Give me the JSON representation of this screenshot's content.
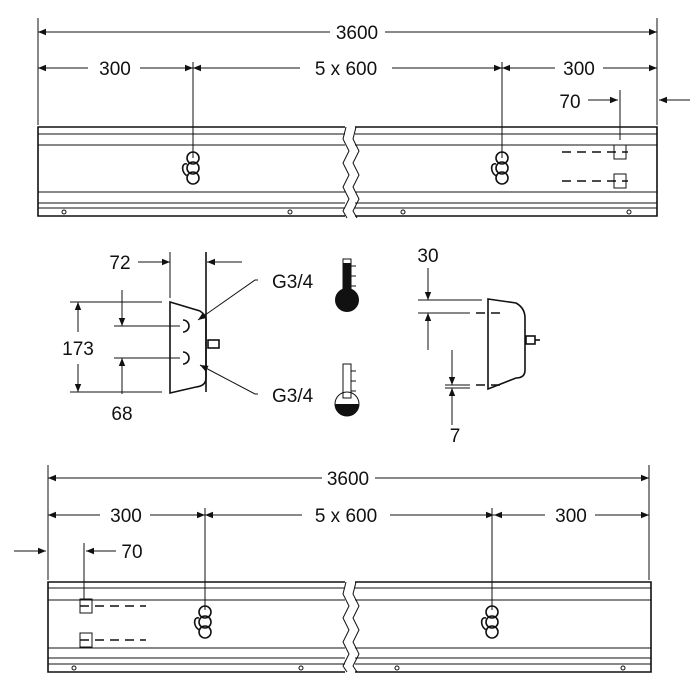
{
  "top_view": {
    "total_length": "3600",
    "left_segment": "300",
    "middle_segments": "5 x 600",
    "right_segment": "300",
    "connector_offset": "70"
  },
  "connection_view": {
    "width": "72",
    "height": "173",
    "lower_offset": "68",
    "thread_upper": "G3/4",
    "thread_lower": "G3/4",
    "hot_icon": "thermometer-hot-icon",
    "cold_icon": "thermometer-cold-icon"
  },
  "side_view": {
    "top_offset": "30",
    "bottom_offset": "7"
  },
  "bottom_view": {
    "total_length": "3600",
    "left_segment": "300",
    "middle_segments": "5 x 600",
    "right_segment": "300",
    "connector_offset": "70"
  }
}
